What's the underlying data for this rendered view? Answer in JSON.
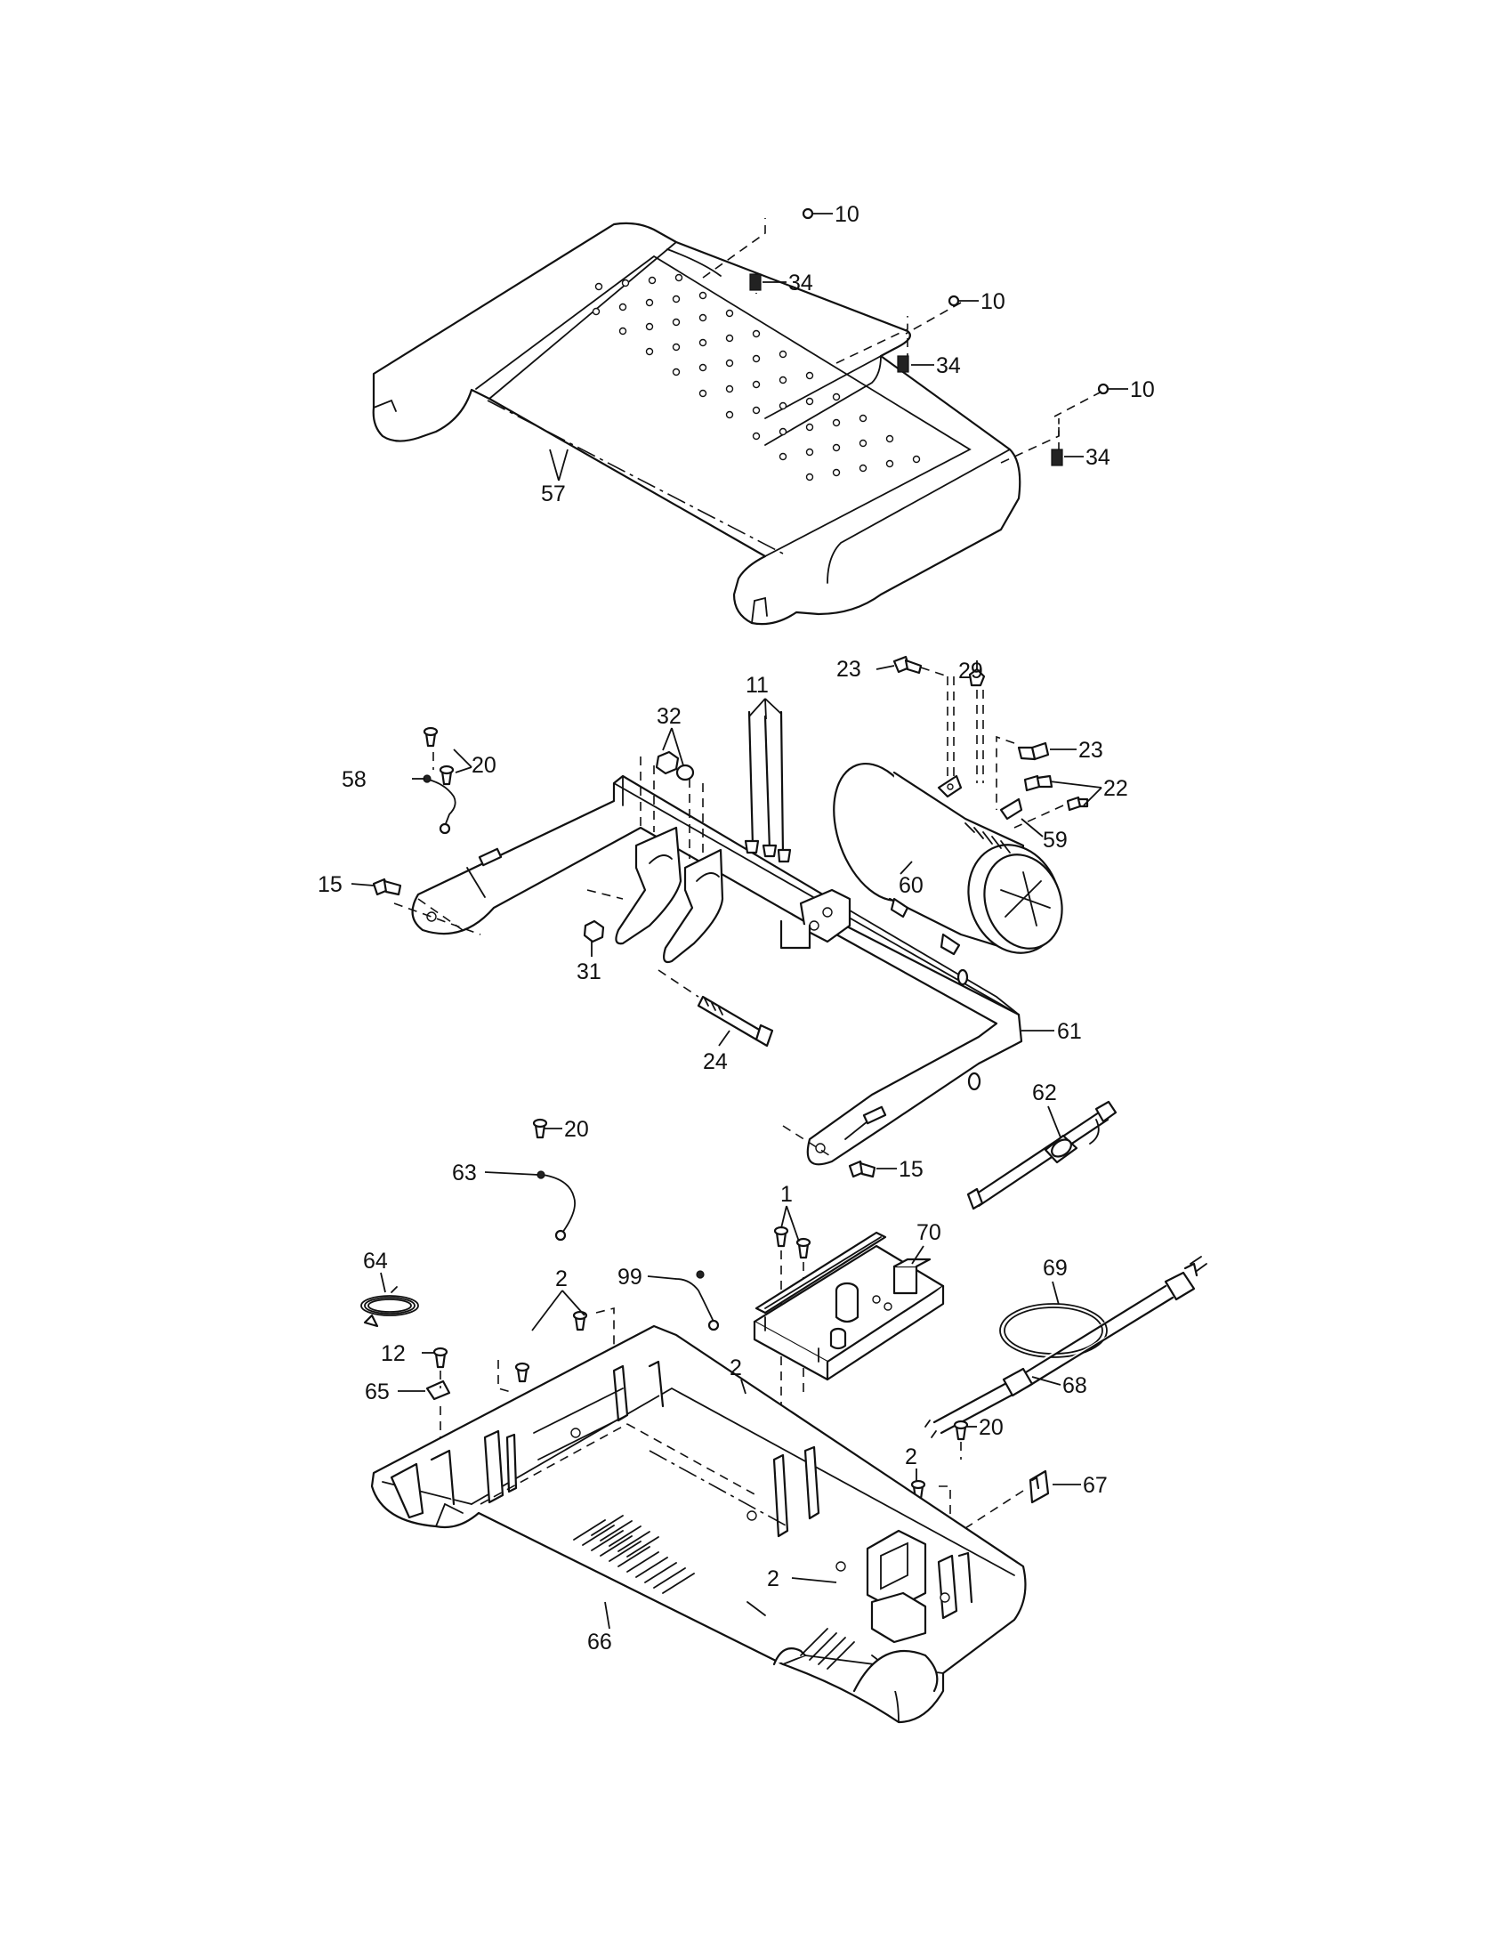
{
  "callouts": {
    "c10a": "10",
    "c10b": "10",
    "c10c": "10",
    "c34a": "34",
    "c34b": "34",
    "c34c": "34",
    "c57": "57",
    "c11": "11",
    "c23a": "23",
    "c23b": "23",
    "c29": "29",
    "c22": "22",
    "c59": "59",
    "c60": "60",
    "c32": "32",
    "c20a": "20",
    "c20b": "20",
    "c20c": "20",
    "c58": "58",
    "c15a": "15",
    "c15b": "15",
    "c31": "31",
    "c24": "24",
    "c61": "61",
    "c62": "62",
    "c63": "63",
    "c1": "1",
    "c70": "70",
    "c69": "69",
    "c64": "64",
    "c99": "99",
    "c2a": "2",
    "c2b": "2",
    "c2c": "2",
    "c2d": "2",
    "c12": "12",
    "c65": "65",
    "c68": "68",
    "c67": "67",
    "c66": "66"
  }
}
